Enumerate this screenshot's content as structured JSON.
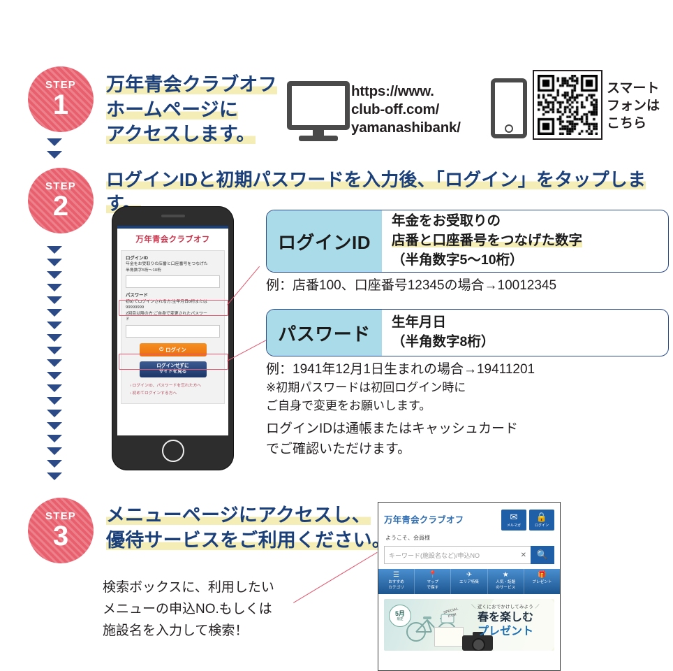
{
  "steps": [
    {
      "badge_word": "STEP",
      "badge_num": "1",
      "heading_lines": [
        "万年青会クラブオフ",
        "ホームページに",
        "アクセスします。"
      ],
      "url_lines": [
        "https://www.",
        "club-off.com/",
        "yamanashibank/"
      ],
      "qr_label_lines": [
        "スマート",
        "フォンは",
        "こちら"
      ]
    },
    {
      "badge_word": "STEP",
      "badge_num": "2",
      "heading": "ログインIDと初期パスワードを入力後、「ログイン」をタップします。"
    },
    {
      "badge_word": "STEP",
      "badge_num": "3",
      "heading_lines": [
        "メニューページにアクセスし、",
        "優待サービスをご利用ください。"
      ],
      "description_lines": [
        "検索ボックスに、利用したい",
        "メニューの申込NO.もしくは",
        "施設名を入力して検索！"
      ]
    }
  ],
  "phone_mockup": {
    "site_title": "万年青会クラブオフ",
    "login_id_label": "ログインID",
    "login_id_desc_lines": [
      "年金をお受取りの店番と口座番号をつなげた",
      "半角数字5桁〜10桁"
    ],
    "password_label": "パスワード",
    "password_desc_lines": [
      "初めてログインされる方:生年月日8桁または",
      "99999999",
      "2回目以降の方:ご自身で変更されたパスワー",
      "ド"
    ],
    "login_button": "ログイン",
    "login_button_icon": "power-icon",
    "no_login_button_lines": [
      "ログインせずに",
      "サイトを見る"
    ],
    "links": [
      "ログインID、パスワードを忘れた方へ",
      "初めてログインする方へ"
    ]
  },
  "callouts": [
    {
      "title": "ログインID",
      "body_lines": [
        "年金をお受取りの",
        "店番と口座番号をつなげた数字",
        "（半角数字5〜10桁）"
      ],
      "highlight_line_index": 1,
      "example": "例：店番100、口座番号12345の場合→10012345"
    },
    {
      "title": "パスワード",
      "body_lines": [
        "生年月日",
        "（半角数字8桁）"
      ],
      "highlight_line_index": -1,
      "example": "例：1941年12月1日生まれの場合→19411201",
      "notes": [
        "※初期パスワードは初回ログイン時に",
        "ご自身で変更をお願いします。"
      ]
    }
  ],
  "login_id_note_lines": [
    "ログインIDは通帳またはキャッシュカード",
    "でご確認いただけます。"
  ],
  "app_mockup": {
    "brand": "万年青会クラブオフ",
    "mail_button": {
      "icon": "mail-icon",
      "label": "メルマガ"
    },
    "login_button": {
      "icon": "lock-icon",
      "label": "ログイン"
    },
    "welcome": "ようこそ、会員様",
    "search_placeholder": "キーワード(施設名など)/申込NO",
    "search_clear_icon": "close-icon",
    "search_icon": "search-icon",
    "nav_items": [
      {
        "icon": "list-icon",
        "label_lines": [
          "おすすめ",
          "カテゴリ"
        ]
      },
      {
        "icon": "pin-icon",
        "label_lines": [
          "マップ",
          "で探す"
        ]
      },
      {
        "icon": "airplane-icon",
        "label_lines": [
          "エリア特集"
        ]
      },
      {
        "icon": "star-icon",
        "label_lines": [
          "人気・話題",
          "のサービス"
        ]
      },
      {
        "icon": "gift-icon",
        "label_lines": [
          "プレゼント"
        ]
      }
    ],
    "banner": {
      "month_badge": {
        "month": "5月",
        "sub": "限定"
      },
      "special_text_lines": [
        "SPECIAL",
        "ITEM"
      ],
      "subtitle": "近くにおでかけしてみよう",
      "title_line1": "春を楽しむ",
      "title_line2": "プレゼント"
    }
  },
  "colors": {
    "badge_red": "#e8606e",
    "heading_blue": "#1b3f78",
    "highlight_yellow": "#f5edb6",
    "callout_teal": "#a9dbe8",
    "callout_border": "#2b4a86",
    "lead_red": "#e0566c",
    "triangle_navy": "#2b4a86",
    "app_blue": "#1f5fa8",
    "phone_title_red": "#c7334a"
  }
}
